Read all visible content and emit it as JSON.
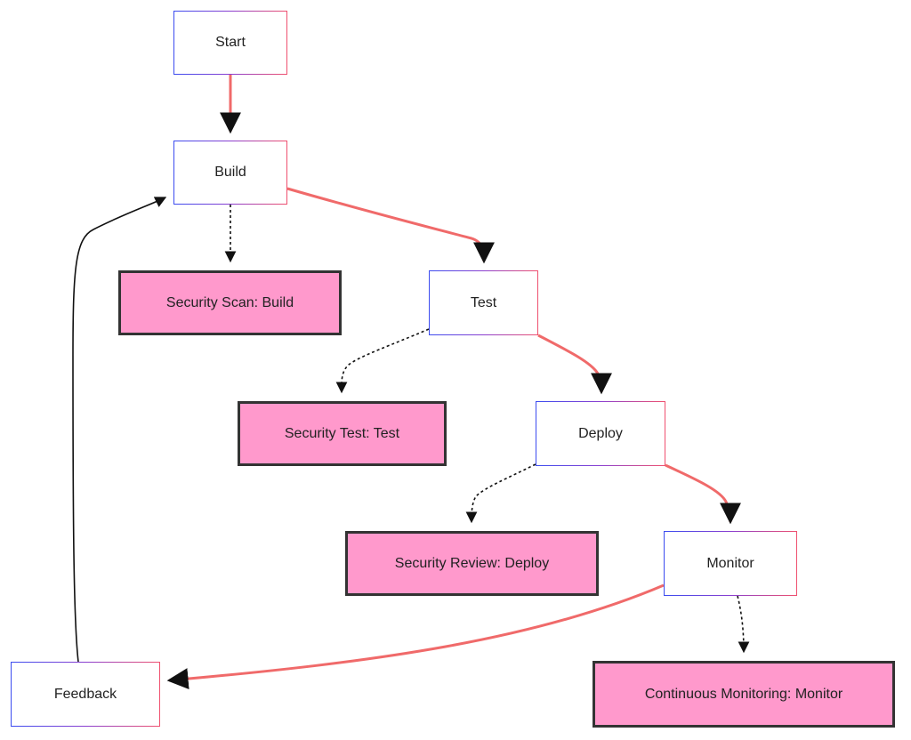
{
  "diagram": {
    "nodes": {
      "start": {
        "label": "Start",
        "kind": "process"
      },
      "build": {
        "label": "Build",
        "kind": "process"
      },
      "security_scan": {
        "label": "Security Scan: Build",
        "kind": "security"
      },
      "test": {
        "label": "Test",
        "kind": "process"
      },
      "security_test": {
        "label": "Security Test: Test",
        "kind": "security"
      },
      "deploy": {
        "label": "Deploy",
        "kind": "process"
      },
      "security_review": {
        "label": "Security Review: Deploy",
        "kind": "security"
      },
      "monitor": {
        "label": "Monitor",
        "kind": "process"
      },
      "feedback": {
        "label": "Feedback",
        "kind": "process"
      },
      "continuous_monitoring": {
        "label": "Continuous Monitoring: Monitor",
        "kind": "security"
      }
    },
    "edges": [
      {
        "from": "start",
        "to": "build",
        "style": "solid",
        "color": "#f06a6a"
      },
      {
        "from": "build",
        "to": "security_scan",
        "style": "dotted",
        "color": "#111111"
      },
      {
        "from": "build",
        "to": "test",
        "style": "solid",
        "color": "#f06a6a"
      },
      {
        "from": "test",
        "to": "security_test",
        "style": "dotted",
        "color": "#111111"
      },
      {
        "from": "test",
        "to": "deploy",
        "style": "solid",
        "color": "#f06a6a"
      },
      {
        "from": "deploy",
        "to": "security_review",
        "style": "dotted",
        "color": "#111111"
      },
      {
        "from": "deploy",
        "to": "monitor",
        "style": "solid",
        "color": "#f06a6a"
      },
      {
        "from": "monitor",
        "to": "continuous_monitoring",
        "style": "dotted",
        "color": "#111111"
      },
      {
        "from": "monitor",
        "to": "feedback",
        "style": "solid",
        "color": "#f06a6a"
      },
      {
        "from": "feedback",
        "to": "build",
        "style": "solid",
        "color": "#111111"
      }
    ],
    "colors": {
      "main_edge": "#f06a6a",
      "security_fill": "#ff99cc",
      "security_border": "#333333",
      "process_border_gradient_start": "#3b4cf0",
      "process_border_gradient_end": "#f0506e",
      "text": "#222222"
    }
  }
}
